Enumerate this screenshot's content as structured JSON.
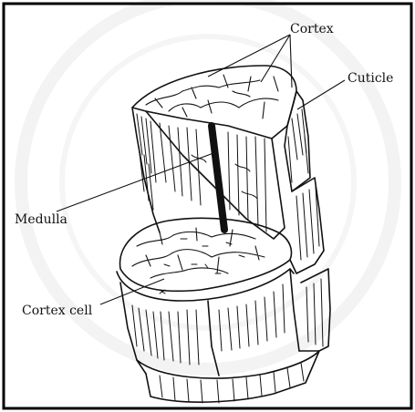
{
  "labels": {
    "cortex": "Cortex",
    "cuticle": "Cuticle",
    "medulla": "Medulla",
    "cortex_cell": "Cortex cell"
  },
  "colors": {
    "ink": "#111111",
    "frame": "#000000",
    "watermark": "#e6e6e6",
    "background": "#ffffff"
  }
}
